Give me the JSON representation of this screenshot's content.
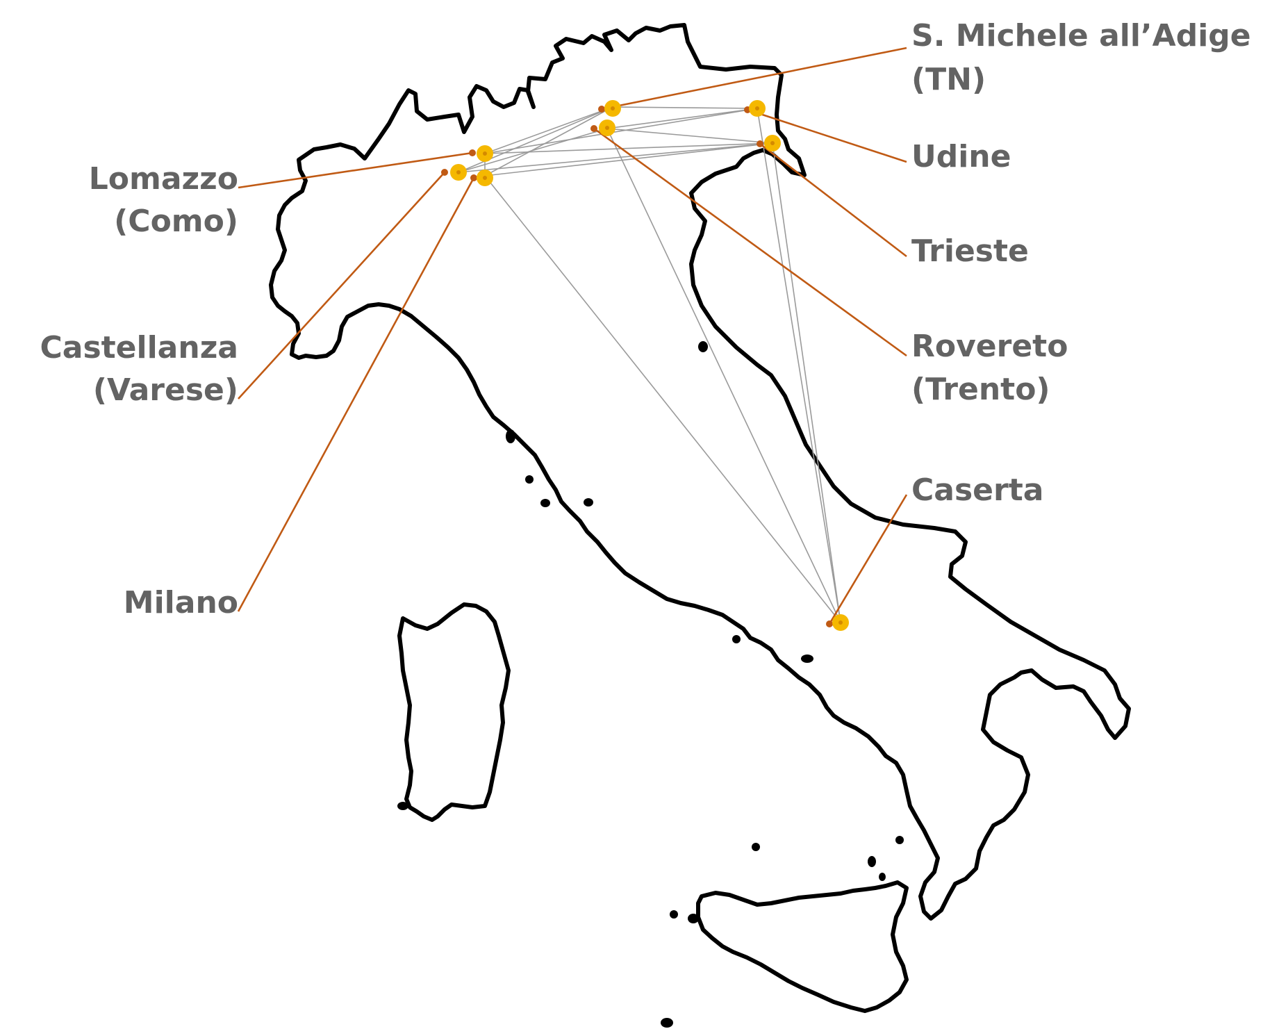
{
  "colors": {
    "coastline": "#000000",
    "label_text": "#636363",
    "leader_line": "#c05a14",
    "city_marker": "#f5b800",
    "network_line": "#9a9a9a"
  },
  "cities": [
    {
      "id": "lomazzo",
      "lines": [
        "Lomazzo",
        "(Como)"
      ]
    },
    {
      "id": "castellanza",
      "lines": [
        "Castellanza",
        "(Varese)"
      ]
    },
    {
      "id": "milano",
      "lines": [
        "Milano"
      ]
    },
    {
      "id": "san-michele",
      "lines": [
        "S. Michele all’Adige",
        "(TN)"
      ]
    },
    {
      "id": "udine",
      "lines": [
        "Udine"
      ]
    },
    {
      "id": "trieste",
      "lines": [
        "Trieste"
      ]
    },
    {
      "id": "rovereto",
      "lines": [
        "Rovereto",
        "(Trento)"
      ]
    },
    {
      "id": "caserta",
      "lines": [
        "Caserta"
      ]
    }
  ]
}
